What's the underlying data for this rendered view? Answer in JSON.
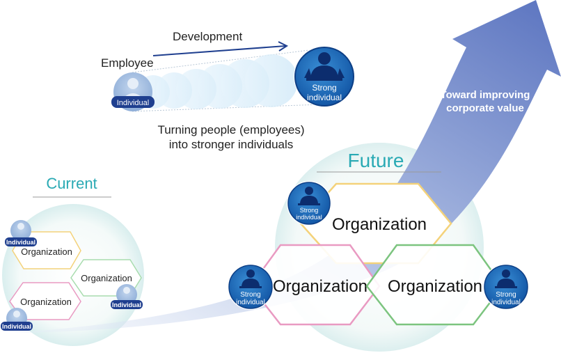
{
  "development": {
    "label": "Development",
    "employee_label": "Employee",
    "individual_label": "Individual",
    "strong_line1": "Strong",
    "strong_line2": "individual",
    "caption_line1": "Turning people (employees)",
    "caption_line2": "into stronger individuals"
  },
  "arrow": {
    "line1": "Toward improving",
    "line2": "corporate value"
  },
  "current": {
    "title": "Current",
    "organizations": [
      "Organization",
      "Organization",
      "Organization"
    ],
    "individuals": [
      "Individual",
      "Individual",
      "Individual"
    ]
  },
  "future": {
    "title": "Future",
    "organizations": [
      "Organization",
      "Organization",
      "Organization"
    ],
    "strong_line1": "Strong",
    "strong_line2": "individual"
  },
  "colors": {
    "navy": "#1f3f8f",
    "badge_blue": "#1b77c6",
    "teal": "#2aaab4",
    "arrow_blue": "#6f86c6",
    "hex_yellow": "#f4d27a",
    "hex_pink": "#e99ac2",
    "hex_green": "#7cc47f",
    "hex_lightgreen": "#a8dcae",
    "bubble": "#dbeefa"
  },
  "icons": [
    "person-icon",
    "speaker-icon"
  ]
}
